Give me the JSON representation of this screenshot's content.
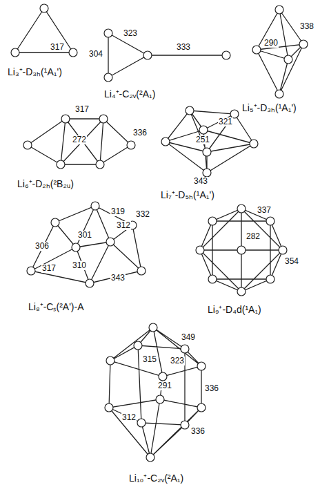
{
  "diagram": {
    "labels": [
      "317",
      "Li₃⁺-D₃ₕ(¹A₁')",
      "323",
      "304",
      "333",
      "Li₄⁺-C₂ᵥ(²A₁)",
      "290",
      "338",
      "Li₅⁺-D₃ₕ(¹A₁')",
      "317",
      "272",
      "336",
      "Li₆⁺-D₂ₕ(²B₂ᵤ)",
      "321",
      "251",
      "343",
      "Li₇⁺-D₅ₕ(¹A₁')",
      "306",
      "301",
      "319",
      "312",
      "332",
      "317",
      "310",
      "343",
      "Li₈⁺-Cₛ(²A')-A",
      "337",
      "282",
      "354",
      "Li₉⁺-D₄d(¹A₁)",
      "349",
      "315",
      "323",
      "291",
      "336",
      "312",
      "336",
      "Li₁₀⁺-C₂ᵥ(²A₁)"
    ]
  }
}
